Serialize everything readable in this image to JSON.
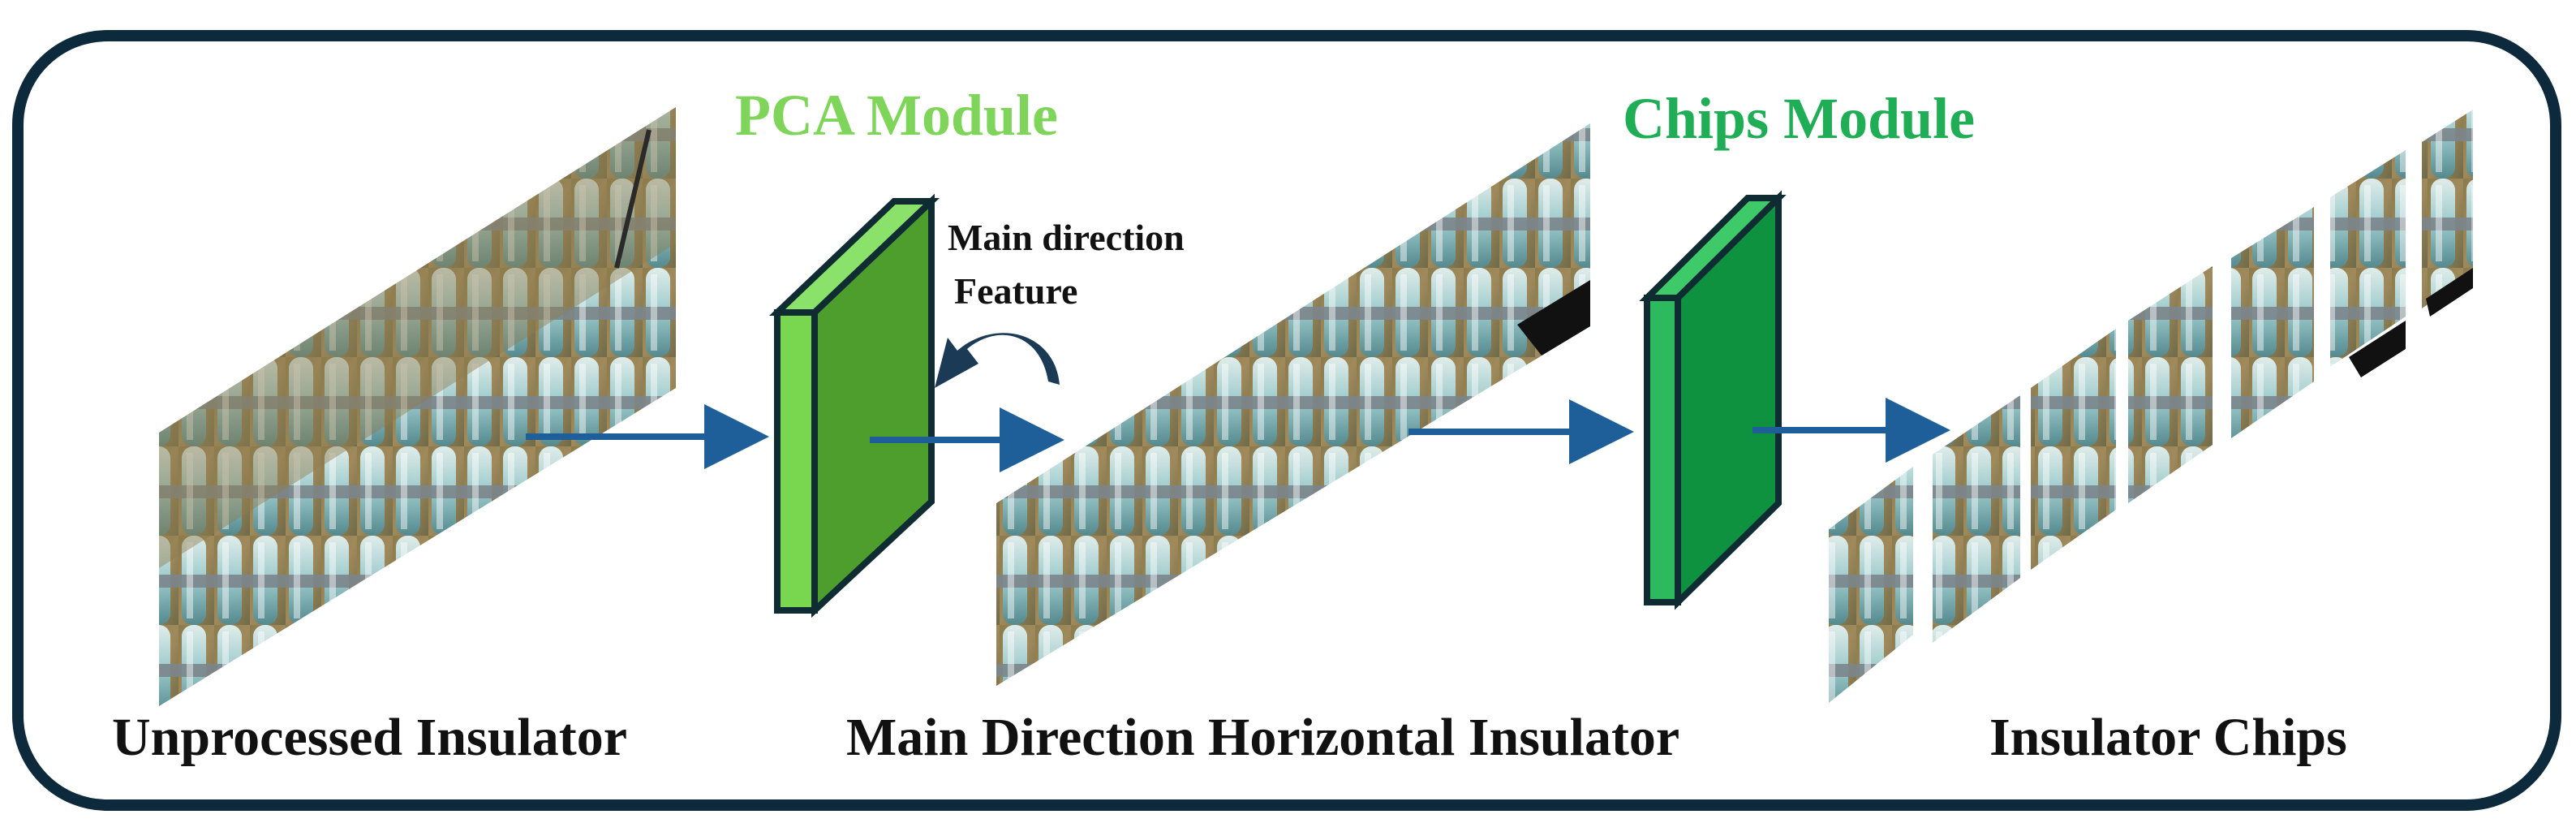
{
  "modules": {
    "pca": {
      "title": "PCA Module",
      "title_color": "#7fd45a",
      "face_color": "#5aab35",
      "side_color": "#78d64f"
    },
    "chips": {
      "title": "Chips Module",
      "title_color": "#1fae55",
      "face_color": "#129a45",
      "side_color": "#2dba5e"
    }
  },
  "annotation": {
    "line1": "Main direction",
    "line2": "Feature"
  },
  "captions": {
    "unprocessed": "Unprocessed Insulator",
    "horizontal": "Main Direction Horizontal Insulator",
    "chips": "Insulator Chips"
  },
  "colors": {
    "frame": "#0d2a3c",
    "arrow": "#1f5f99",
    "curved_arrow": "#1b3a56",
    "insulator_glass": "#a9d3d8",
    "soil": "#8a7a4e",
    "rod": "#6e7880"
  },
  "insulator_chips_count": 7
}
